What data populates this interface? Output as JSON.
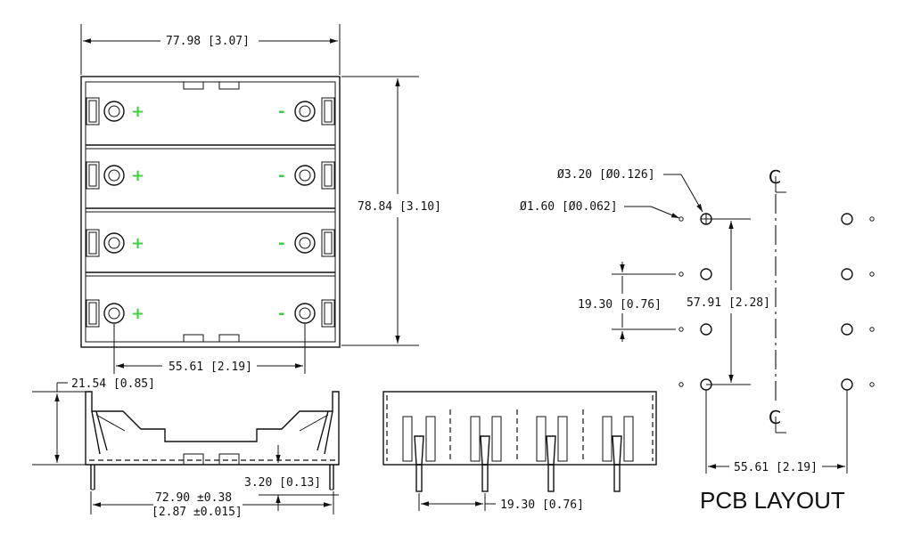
{
  "colors": {
    "line": "#111111",
    "polarity": "#3bd13b",
    "background": "#ffffff"
  },
  "top_view": {
    "width_label": "77.98 [3.07]",
    "height_label": "78.84 [3.10]",
    "pitch_label": "55.61 [2.19]",
    "plus": "+",
    "minus": "-"
  },
  "side_view": {
    "height_label": "21.54 [0.85]",
    "length_label_1": "72.90 ±0.38",
    "length_label_2": "[2.87 ±0.015]",
    "pin_label": "3.20 [0.13]"
  },
  "front_view": {
    "spacing_label": "19.30 [0.76]"
  },
  "pcb": {
    "title": "PCB LAYOUT",
    "large_hole_label": "Ø3.20 [Ø0.126]",
    "small_hole_label": "Ø1.60 [Ø0.062]",
    "row_pitch_label": "19.30 [0.76]",
    "span_label": "57.91 [2.28]",
    "column_pitch_label": "55.61 [2.19]"
  }
}
